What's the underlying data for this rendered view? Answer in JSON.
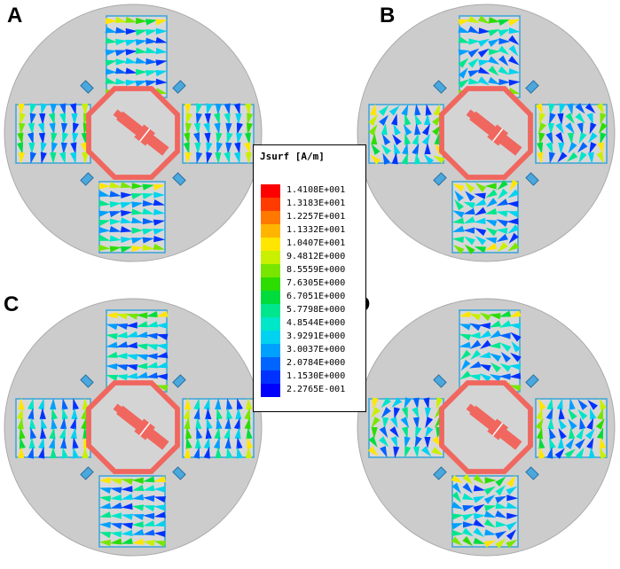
{
  "panels": [
    {
      "label": "A",
      "pattern": "outward",
      "tilt": 0
    },
    {
      "label": "B",
      "pattern": "swirl",
      "tilt": 1
    },
    {
      "label": "C",
      "pattern": "inward",
      "tilt": 0
    },
    {
      "label": "D",
      "pattern": "swirl",
      "tilt": -1
    }
  ],
  "legend": {
    "title": "Jsurf [A/m]",
    "entries": [
      {
        "value": "1.4108E+001",
        "color": "#ff0000"
      },
      {
        "value": "1.3183E+001",
        "color": "#ff3c00"
      },
      {
        "value": "1.2257E+001",
        "color": "#ff7800"
      },
      {
        "value": "1.1332E+001",
        "color": "#ffb400"
      },
      {
        "value": "1.0407E+001",
        "color": "#ffe600"
      },
      {
        "value": "9.4812E+000",
        "color": "#c8f000"
      },
      {
        "value": "8.5559E+000",
        "color": "#78e600"
      },
      {
        "value": "7.6305E+000",
        "color": "#2ddc00"
      },
      {
        "value": "6.7051E+000",
        "color": "#00dc3c"
      },
      {
        "value": "5.7798E+000",
        "color": "#00e68c"
      },
      {
        "value": "4.8544E+000",
        "color": "#00e6c8"
      },
      {
        "value": "3.9291E+000",
        "color": "#00d2f0"
      },
      {
        "value": "3.0037E+000",
        "color": "#00a0ff"
      },
      {
        "value": "2.0784E+000",
        "color": "#0064ff"
      },
      {
        "value": "1.1530E+000",
        "color": "#0032ff"
      },
      {
        "value": "2.2765E-001",
        "color": "#0000ff"
      }
    ]
  },
  "colors": {
    "disk": "#cccccc",
    "ring": "#f0675f",
    "patch_outline": "#3aa3d8",
    "port": "#4aa8dc"
  }
}
